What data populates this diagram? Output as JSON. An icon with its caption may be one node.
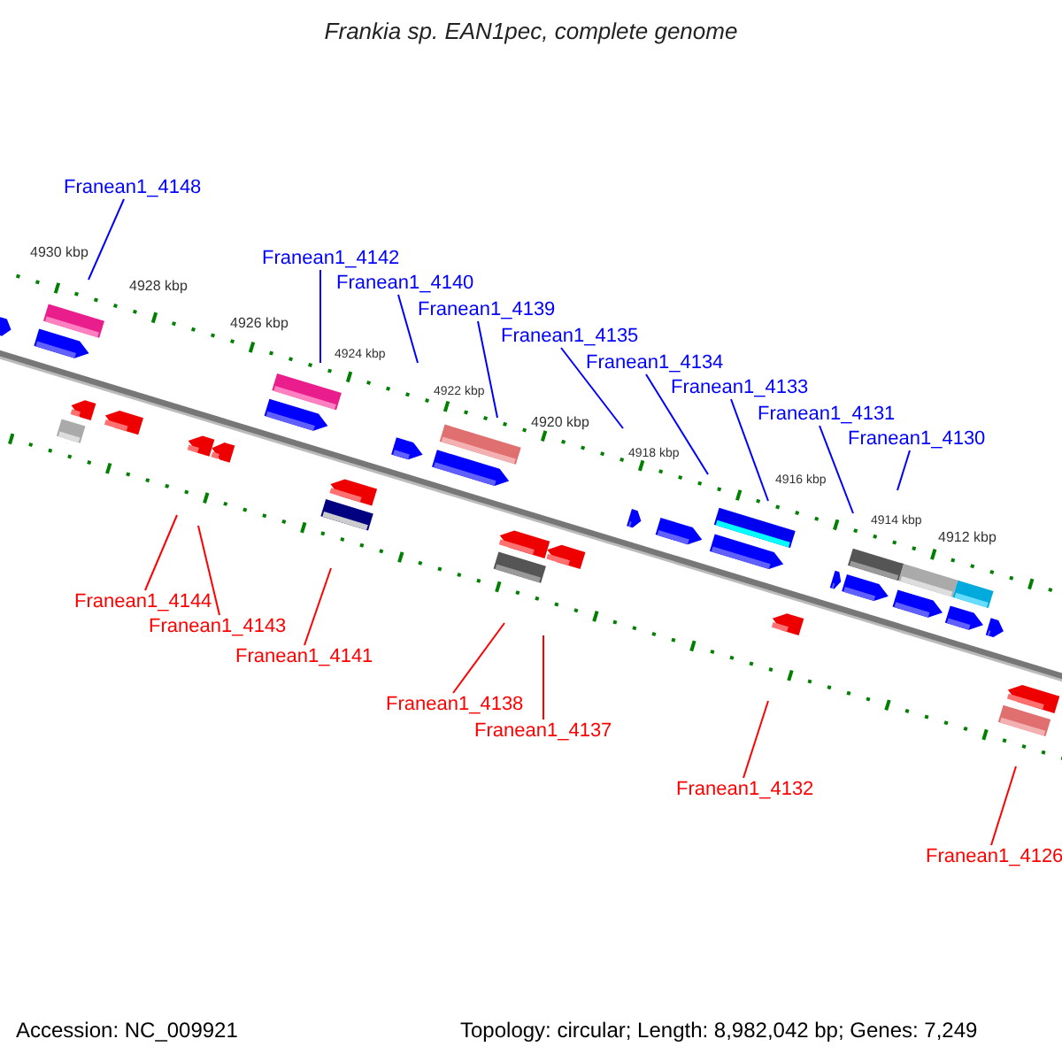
{
  "diagram": {
    "title": "Frankia sp. EAN1pec, complete genome",
    "nodes": [
      {
        "text": [
          "Franean1_4148"
        ]
      },
      {
        "text": [
          "Franean1_4142"
        ]
      },
      {
        "text": [
          "Franean1_4140"
        ]
      },
      {
        "text": [
          "Franean1_4139"
        ]
      },
      {
        "text": [
          "Franean1_4135"
        ]
      },
      {
        "text": [
          "Franean1_4134"
        ]
      },
      {
        "text": [
          "Franean1_4133"
        ]
      },
      {
        "text": [
          "Franean1_4131"
        ]
      },
      {
        "text": [
          "Franean1_4130"
        ]
      },
      {
        "text": [
          "Franean1_4144"
        ]
      },
      {
        "text": [
          "Franean1_4143"
        ]
      },
      {
        "text": [
          "Franean1_4141"
        ]
      },
      {
        "text": [
          "Franean1_4138"
        ]
      },
      {
        "text": [
          "Franean1_4137"
        ]
      },
      {
        "text": [
          "Franean1_4132"
        ]
      },
      {
        "text": [
          "Franean1_4126"
        ]
      }
    ],
    "edges": [
      {
        "from": 0,
        "to": null,
        "arrow": "none"
      },
      {
        "from": 1,
        "to": null,
        "arrow": "none"
      },
      {
        "from": 2,
        "to": null,
        "arrow": "none"
      },
      {
        "from": 3,
        "to": null,
        "arrow": "none"
      },
      {
        "from": 4,
        "to": null,
        "arrow": "none"
      },
      {
        "from": 5,
        "to": null,
        "arrow": "none"
      },
      {
        "from": 6,
        "to": null,
        "arrow": "none"
      },
      {
        "from": 7,
        "to": null,
        "arrow": "none"
      },
      {
        "from": 8,
        "to": null,
        "arrow": "none"
      },
      {
        "from": 9,
        "to": null,
        "arrow": "none",
        "color": "#ff0000"
      },
      {
        "from": 10,
        "to": null,
        "arrow": "none",
        "color": "#ff0000"
      },
      {
        "from": 11,
        "to": null,
        "arrow": "none",
        "color": "#ff0000"
      },
      {
        "from": 12,
        "to": null,
        "arrow": "none",
        "color": "#ff0000"
      },
      {
        "from": 13,
        "to": null,
        "arrow": "none",
        "color": "#ff0000"
      },
      {
        "from": 14,
        "to": null,
        "arrow": "none",
        "color": "#ff0000"
      },
      {
        "from": 15,
        "to": null,
        "arrow": "none",
        "color": "#ff0000"
      }
    ],
    "labels": [
      "4930 kbp",
      "4928 kbp",
      "4926 kbp",
      "4924 kbp",
      "4922 kbp",
      "4920 kbp",
      "4918 kbp",
      "4916 kbp",
      "4914 kbp",
      "4912 kbp",
      "Accession: NC_009921",
      "Topology: circular; Length: 8,982,042 bp; Genes: 7,249"
    ]
  }
}
